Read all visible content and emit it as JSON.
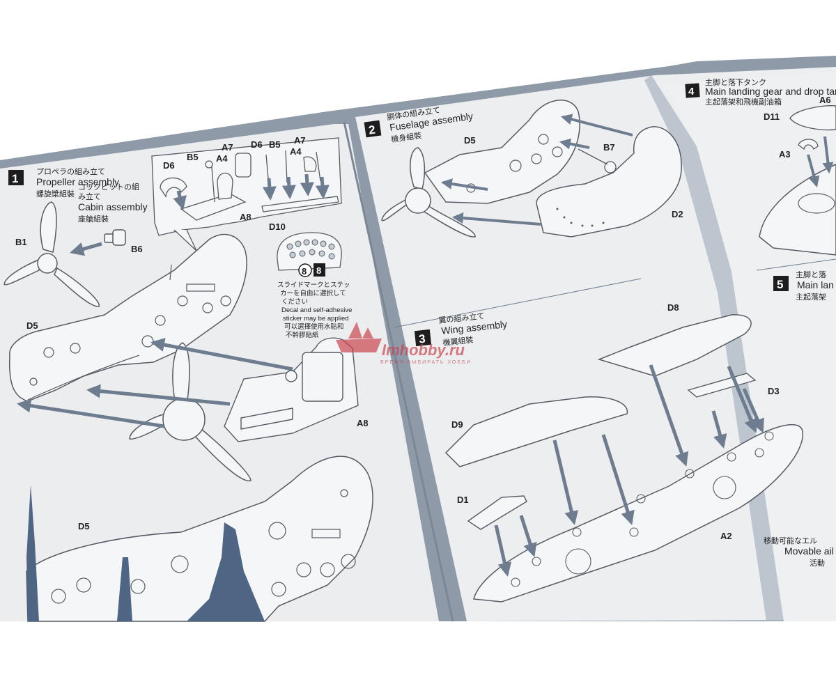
{
  "watermark": {
    "brand": "Imhobby.ru",
    "slogan": "ВРЕМЯ ВЫБИРАТЬ ХОББИ"
  },
  "colors": {
    "paper": "#e9ebed",
    "frame": "#8f9aa8",
    "line": "#555b63",
    "arrow": "#6e7c8f",
    "accent": "#c9414a"
  },
  "step1": {
    "number": "1",
    "title_jp": "プロペラの組み立て",
    "title_en": "Propeller assembly",
    "title_cn": "螺旋槳組裝",
    "cabin_jp_1": "コックピットの組",
    "cabin_jp_2": "み立て",
    "cabin_en": "Cabin assembly",
    "cabin_cn": "座艙組裝",
    "parts": {
      "b1": "B1",
      "b6": "B6",
      "d5": "D5",
      "a8": "A8",
      "d5b": "D5",
      "d6": "D6",
      "b5": "B5",
      "a7": "A7",
      "a4": "A4",
      "d6b": "D6",
      "b5b": "B5",
      "a4b": "A4",
      "a7b": "A7",
      "a8b": "A8",
      "d10": "D10"
    },
    "decal_options": [
      "8",
      "8"
    ],
    "decal_jp_1": "スライドマークとステッ",
    "decal_jp_2": "カーを自由に選択して",
    "decal_jp_3": "ください",
    "decal_en_1": "Decal and self-adhesive",
    "decal_en_2": "sticker may be applied",
    "decal_cn_1": "可以選擇使用水貼和",
    "decal_cn_2": "不幹膠貼紙"
  },
  "step2": {
    "number": "2",
    "title_jp": "胴体の組み立て",
    "title_en": "Fuselage assembly",
    "title_cn": "機身組裝",
    "parts": {
      "d5": "D5",
      "b7": "B7",
      "d2": "D2"
    }
  },
  "step3": {
    "number": "3",
    "title_jp": "翼の組み立て",
    "title_en": "Wing assembly",
    "title_cn": "機翼組裝",
    "parts": {
      "d8": "D8",
      "d3": "D3",
      "d9": "D9",
      "d1": "D1",
      "a2": "A2"
    },
    "movable_jp": "移動可能なエル",
    "movable_en": "Movable ail",
    "movable_cn": "活動"
  },
  "step4": {
    "number": "4",
    "title_jp": "主脚と落下タンク",
    "title_en": "Main landing gear and drop tank",
    "title_cn": "主起落架和飛機副油箱",
    "parts": {
      "d11": "D11",
      "a3": "A3",
      "a6": "A6"
    }
  },
  "step5": {
    "number": "5",
    "title_jp": "主脚と落",
    "title_en": "Main lan",
    "title_cn": "主起落架"
  }
}
